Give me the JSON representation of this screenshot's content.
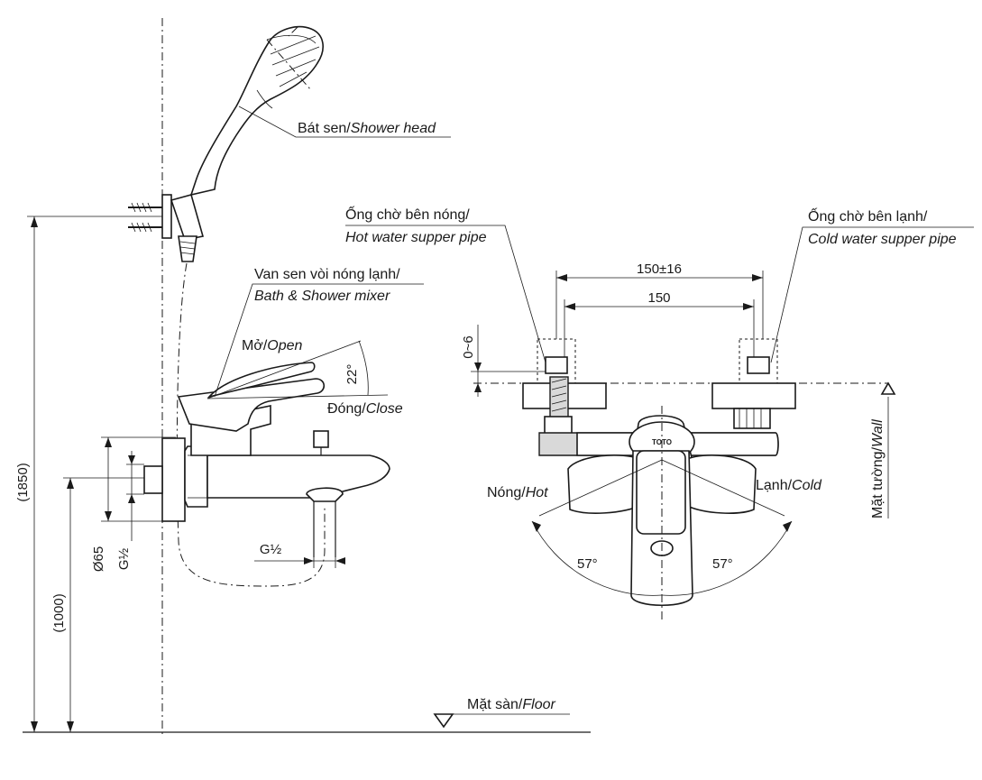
{
  "labels": {
    "shower_head": {
      "vi": "Bát sen/",
      "en": "Shower head"
    },
    "mixer": {
      "vi": "Van sen vòi nóng lạnh/",
      "en": "Bath & Shower mixer"
    },
    "open": {
      "vi": "Mở/",
      "en": "Open"
    },
    "close": {
      "vi": "Đóng/",
      "en": "Close"
    },
    "hot_pipe": {
      "vi": "Ống chờ bên nóng/",
      "en": "Hot water supper pipe"
    },
    "cold_pipe": {
      "vi": "Ống chờ bên lạnh/",
      "en": "Cold water supper pipe"
    },
    "hot": {
      "vi": "Nóng/",
      "en": "Hot"
    },
    "cold": {
      "vi": "Lạnh/",
      "en": "Cold"
    },
    "wall": {
      "vi": "Mặt tường/",
      "en": "Wall"
    },
    "floor": {
      "vi": "Mặt sàn/",
      "en": "Floor"
    },
    "brand": "TOTO"
  },
  "dimensions": {
    "total_height": "(1850)",
    "mixer_height": "(1000)",
    "diameter": "Ø65",
    "thread_side": "G½",
    "thread_bottom": "G½",
    "handle_angle": "22°",
    "spacing_range": "150±16",
    "spacing": "150",
    "offset": "0~6",
    "hot_angle": "57°",
    "cold_angle": "57°"
  },
  "colors": {
    "line": "#1a1a1a",
    "fill": "#ffffff",
    "shade": "#d9d9d9"
  }
}
